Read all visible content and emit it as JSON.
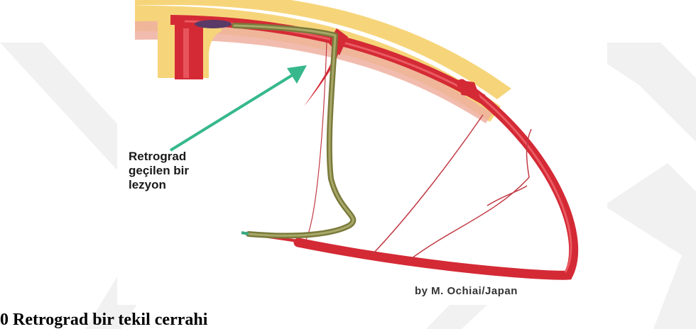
{
  "annotation": {
    "lines": [
      "Retrograd",
      "geçilen bir",
      "lezyon"
    ]
  },
  "credit": "by M. Ochiai/Japan",
  "caption": "0 Retrograd bir tekil cerrahi",
  "colors": {
    "vessel_red": "#d42a35",
    "wire_olive": "#8b8b48",
    "arrow_green": "#36b88c",
    "fat_yellow": "#f6d57a",
    "watermark_gray": "#f0f0f0"
  }
}
